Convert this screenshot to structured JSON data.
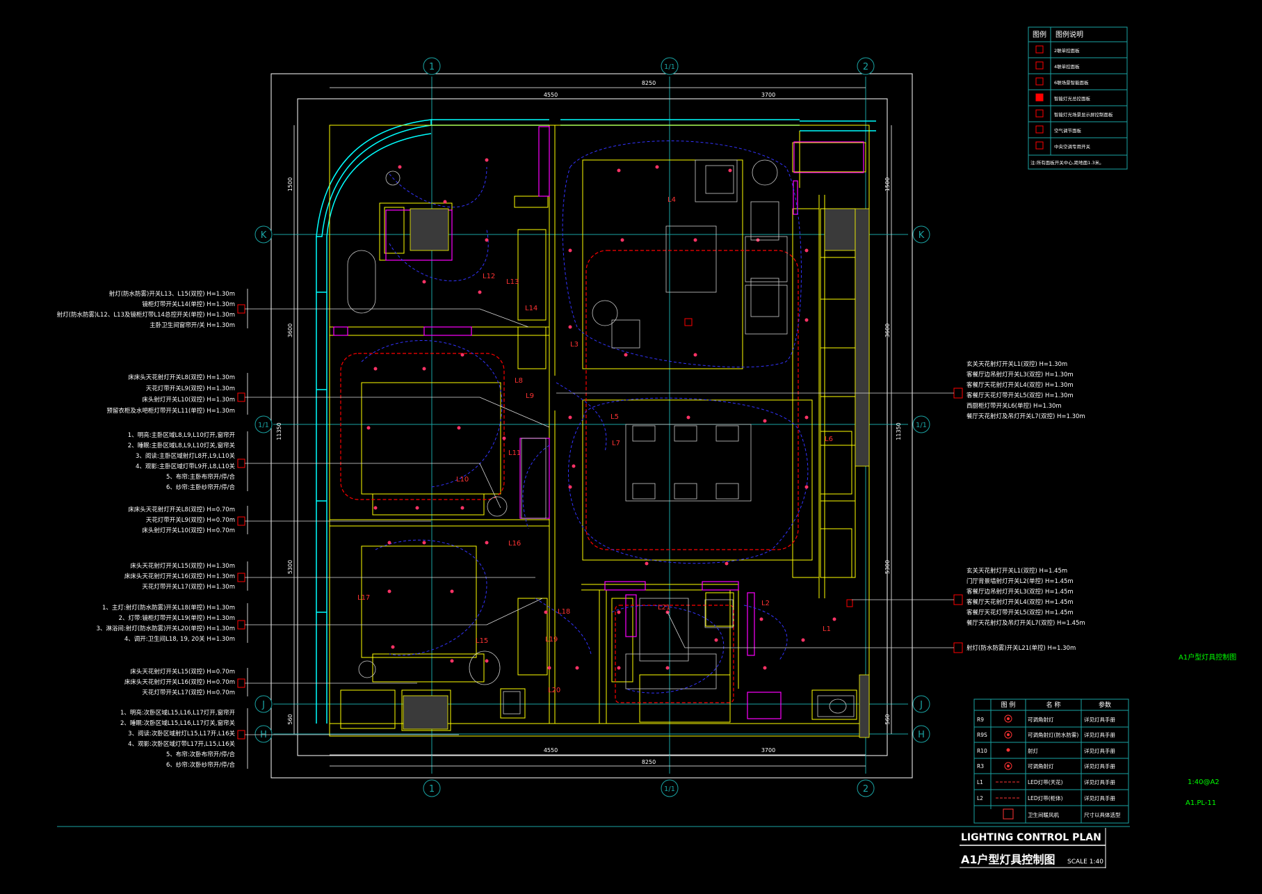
{
  "colors": {
    "background": "#000000",
    "wall": "#ffff00",
    "window": "#00ffff",
    "magenta": "#ff00ff",
    "circuit": "#0000ff",
    "led": "#ff0000",
    "text": "#ffffff",
    "axis": "#1aa3a3",
    "green": "#00ff00"
  },
  "axes": {
    "top": [
      "1",
      "1/1",
      "2"
    ],
    "bottom": [
      "1",
      "1/1",
      "2"
    ],
    "left": [
      "K",
      "1/1",
      "J",
      "H"
    ],
    "right": [
      "K",
      "1/1",
      "J",
      "H"
    ]
  },
  "dimensions": {
    "top_total": "8250",
    "top_left": "4550",
    "top_right": "3700",
    "bottom_total": "8250",
    "bottom_left": "4550",
    "bottom_right": "3700",
    "left_segments": [
      "1500",
      "3600",
      "11350",
      "5300",
      "560"
    ],
    "right_segments": [
      "1500",
      "3600",
      "11350",
      "5300",
      "560"
    ]
  },
  "legend_top": {
    "headers": [
      "图例",
      "图例说明"
    ],
    "rows": [
      "2联单控面板",
      "4联单控面板",
      "6联场景智能面板",
      "智能灯光总控面板",
      "智能灯光场景显示屏控制面板",
      "空气调节面板",
      "中央空调专用开关"
    ],
    "note": "注:所有面板开关中心,距地面1.3米。"
  },
  "circuit_labels": [
    "L1",
    "L2",
    "L3",
    "L4",
    "L5",
    "L6",
    "L7",
    "L8",
    "L9",
    "L10",
    "L11",
    "L12",
    "L13",
    "L14",
    "L15",
    "L16",
    "L17",
    "L18",
    "L19",
    "L20",
    "L21"
  ],
  "left_notes": [
    [
      "射灯(防水防雾)开关L13、L15(双控) H=1.30m",
      "镜柜灯带开关L14(单控) H=1.30m",
      "射灯(防水防雾)L12、L13及镜柜灯带L14总控开关(单控) H=1.30m",
      "主卧卫生间窗帘开/关 H=1.30m"
    ],
    [
      "床床头天花射灯开关L8(双控) H=1.30m",
      "天花灯带开关L9(双控) H=1.30m",
      "床头射灯开关L10(双控) H=1.30m",
      "预留衣柜及水吧柜灯带开关L11(单控) H=1.30m"
    ],
    [
      "1、明亮:主卧区域L8,L9,L10灯开,窗帘开",
      "2、睡眠:主卧区域L8,L9,L10灯关,窗帘关",
      "3、阅读:主卧区域射灯L8开,L9,L10关",
      "4、观影:主卧区域灯带L9开,L8,L10关",
      "5、布帘:主卧布帘开/停/合",
      "6、纱帘:主卧纱帘开/停/合"
    ],
    [
      "床床头天花射灯开关L8(双控) H=0.70m",
      "天花灯带开关L9(双控) H=0.70m",
      "床头射灯开关L10(双控) H=0.70m"
    ],
    [
      "床头天花射灯开关L15(双控) H=1.30m",
      "床床头天花射灯开关L16(双控) H=1.30m",
      "天花灯带开关L17(双控) H=1.30m"
    ],
    [
      "1、主灯:射灯(防水防雾)开关L18(单控) H=1.30m",
      "2、灯带:镜柜灯带开关L19(单控) H=1.30m",
      "3、淋浴间:射灯(防水防雾)开关L20(单控) H=1.30m",
      "4、调开:卫生间L18, 19, 20关 H=1.30m"
    ],
    [
      "床头天花射灯开关L15(双控) H=0.70m",
      "床床头天花射灯开关L16(双控) H=0.70m",
      "天花灯带开关L17(双控) H=0.70m"
    ],
    [
      "1、明亮:次卧区域L15,L16,L17灯开,窗帘开",
      "2、睡眠:次卧区域L15,L16,L17灯关,窗帘关",
      "3、阅读:次卧区域射灯L15,L17开,L16关",
      "4、观影:次卧区域灯带L17开,L15,L16关",
      "5、布帘:次卧布帘开/停/合",
      "6、纱帘:次卧纱帘开/停/合"
    ]
  ],
  "right_notes": [
    [
      "玄关天花射灯开关L1(双控) H=1.30m",
      "客餐厅边吊射灯开关L3(双控) H=1.30m",
      "客餐厅天花射灯开关L4(双控) H=1.30m",
      "客餐厅天花灯带开关L5(双控) H=1.30m",
      "西厨柜灯带开关L6(单控) H=1.30m",
      "餐厅天花射灯及吊灯开关L7(双控) H=1.30m"
    ],
    [
      "玄关天花射灯开关L1(双控) H=1.45m",
      "门厅背景墙射灯开关L2(单控) H=1.45m",
      "客餐厅边吊射灯开关L3(双控) H=1.45m",
      "客餐厅天花射灯开关L4(双控) H=1.45m",
      "客餐厅天花灯带开关L5(双控) H=1.45m",
      "餐厅天花射灯及吊灯开关L7(双控) H=1.45m"
    ],
    [
      "射灯(防水防雾)开关L21(单控) H=1.30m"
    ]
  ],
  "side_title": "A1户型灯具控制图",
  "scale_note": "1:40@A2",
  "sheet_code": "A1.PL-11",
  "legend_bottom": {
    "headers": [
      "图 例",
      "名 称",
      "参数"
    ],
    "rows": [
      {
        "code": "R9",
        "name": "可调角射灯",
        "param": "详见灯具手册"
      },
      {
        "code": "R9S",
        "name": "可调角射灯(防水防雾)",
        "param": "详见灯具手册"
      },
      {
        "code": "R10",
        "name": "射灯",
        "param": "详见灯具手册"
      },
      {
        "code": "R3",
        "name": "可调角射灯",
        "param": "详见灯具手册"
      },
      {
        "code": "L1",
        "name": "LED灯带(天花)",
        "param": "详见灯具手册"
      },
      {
        "code": "L2",
        "name": "LED灯带(柜体)",
        "param": "详见灯具手册"
      },
      {
        "code": "",
        "name": "卫生间暖风机",
        "param": "尺寸以具体选型"
      }
    ]
  },
  "title_block": {
    "en": "LIGHTING CONTROL PLAN",
    "cn": "A1户型灯具控制图",
    "scale": "SCALE 1:40"
  }
}
